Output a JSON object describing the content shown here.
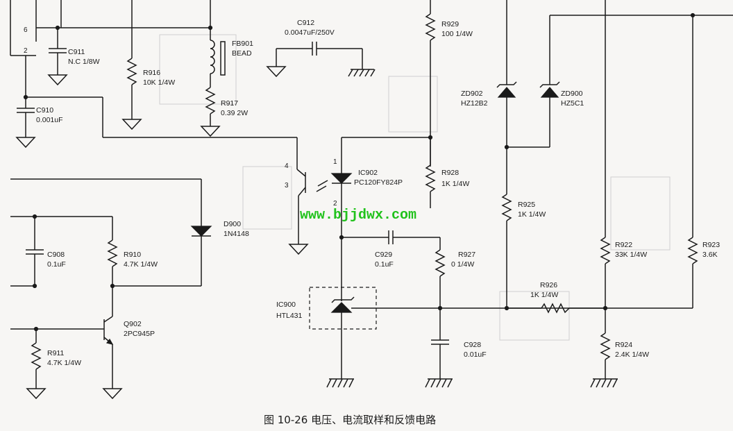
{
  "figure": {
    "caption": "图 10-26  电压、电流取样和反馈电路",
    "watermark": "www.bjjdwx.com"
  },
  "components": {
    "C911": {
      "ref": "C911",
      "value": "N.C 1/8W"
    },
    "C910": {
      "ref": "C910",
      "value": "0.001uF"
    },
    "R916": {
      "ref": "R916",
      "value": "10K  1/4W"
    },
    "FB901": {
      "ref": "FB901",
      "value": "BEAD"
    },
    "R917": {
      "ref": "R917",
      "value": "0.39  2W"
    },
    "C912": {
      "ref": "C912",
      "value": "0.0047uF/250V"
    },
    "R929": {
      "ref": "R929",
      "value": "100   1/4W"
    },
    "ZD902": {
      "ref": "ZD902",
      "value": "HZ12B2"
    },
    "ZD900": {
      "ref": "ZD900",
      "value": "HZ5C1"
    },
    "IC902": {
      "ref": "IC902",
      "value": "PC120FY824P"
    },
    "R928": {
      "ref": "R928",
      "value": "1K    1/4W"
    },
    "R925": {
      "ref": "R925",
      "value": "1K   1/4W"
    },
    "D900": {
      "ref": "D900",
      "value": "1N4148"
    },
    "C908": {
      "ref": "C908",
      "value": "0.1uF"
    },
    "R910": {
      "ref": "R910",
      "value": "4.7K   1/4W"
    },
    "C929": {
      "ref": "C929",
      "value": "0.1uF"
    },
    "R927": {
      "ref": "R927",
      "value": "0    1/4W"
    },
    "R922": {
      "ref": "R922",
      "value": "33K    1/4W"
    },
    "R923": {
      "ref": "R923",
      "value": "3.6K"
    },
    "R926": {
      "ref": "R926",
      "value": "1K    1/4W"
    },
    "IC900": {
      "ref": "IC900",
      "value": "HTL431"
    },
    "Q902": {
      "ref": "Q902",
      "value": "2PC945P"
    },
    "R911": {
      "ref": "R911",
      "value": "4.7K    1/4W"
    },
    "C928": {
      "ref": "C928",
      "value": "0.01uF"
    },
    "R924": {
      "ref": "R924",
      "value": "2.4K    1/4W"
    }
  },
  "pins": {
    "p6": "6",
    "p2": "2",
    "p4": "4",
    "p3": "3",
    "p1": "1",
    "p2b": "2"
  }
}
